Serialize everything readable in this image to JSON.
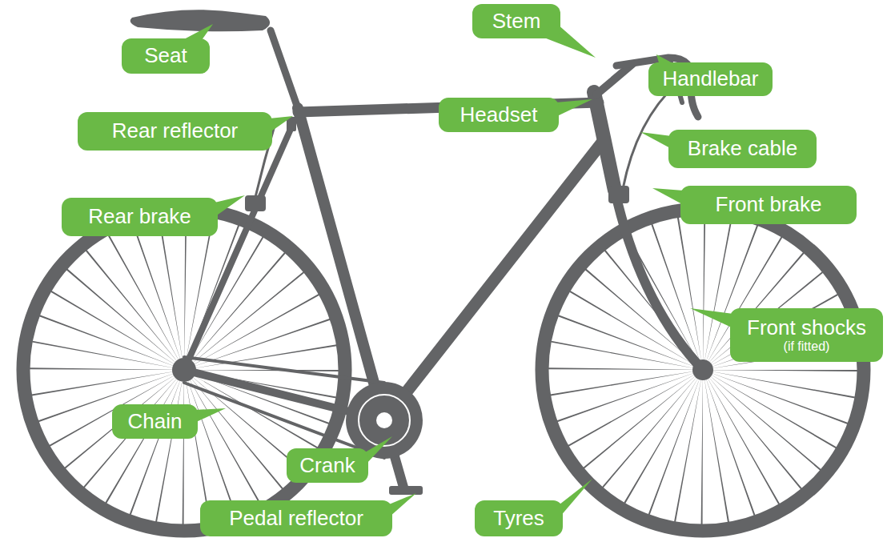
{
  "diagram": {
    "nodes": [
      {
        "text": [
          "Stem"
        ]
      },
      {
        "text": [
          "Seat"
        ]
      },
      {
        "text": [
          "Handlebar"
        ]
      },
      {
        "text": [
          "Headset"
        ]
      },
      {
        "text": [
          "Rear reflector"
        ]
      },
      {
        "text": [
          "Brake cable"
        ]
      },
      {
        "text": [
          "Front brake"
        ]
      },
      {
        "text": [
          "Rear brake"
        ]
      },
      {
        "text": [
          "Front shocks",
          "(if fitted)"
        ]
      },
      {
        "text": [
          "Chain"
        ]
      },
      {
        "text": [
          "Crank"
        ]
      },
      {
        "text": [
          "Pedal reflector"
        ]
      },
      {
        "text": [
          "Tyres"
        ]
      }
    ]
  }
}
